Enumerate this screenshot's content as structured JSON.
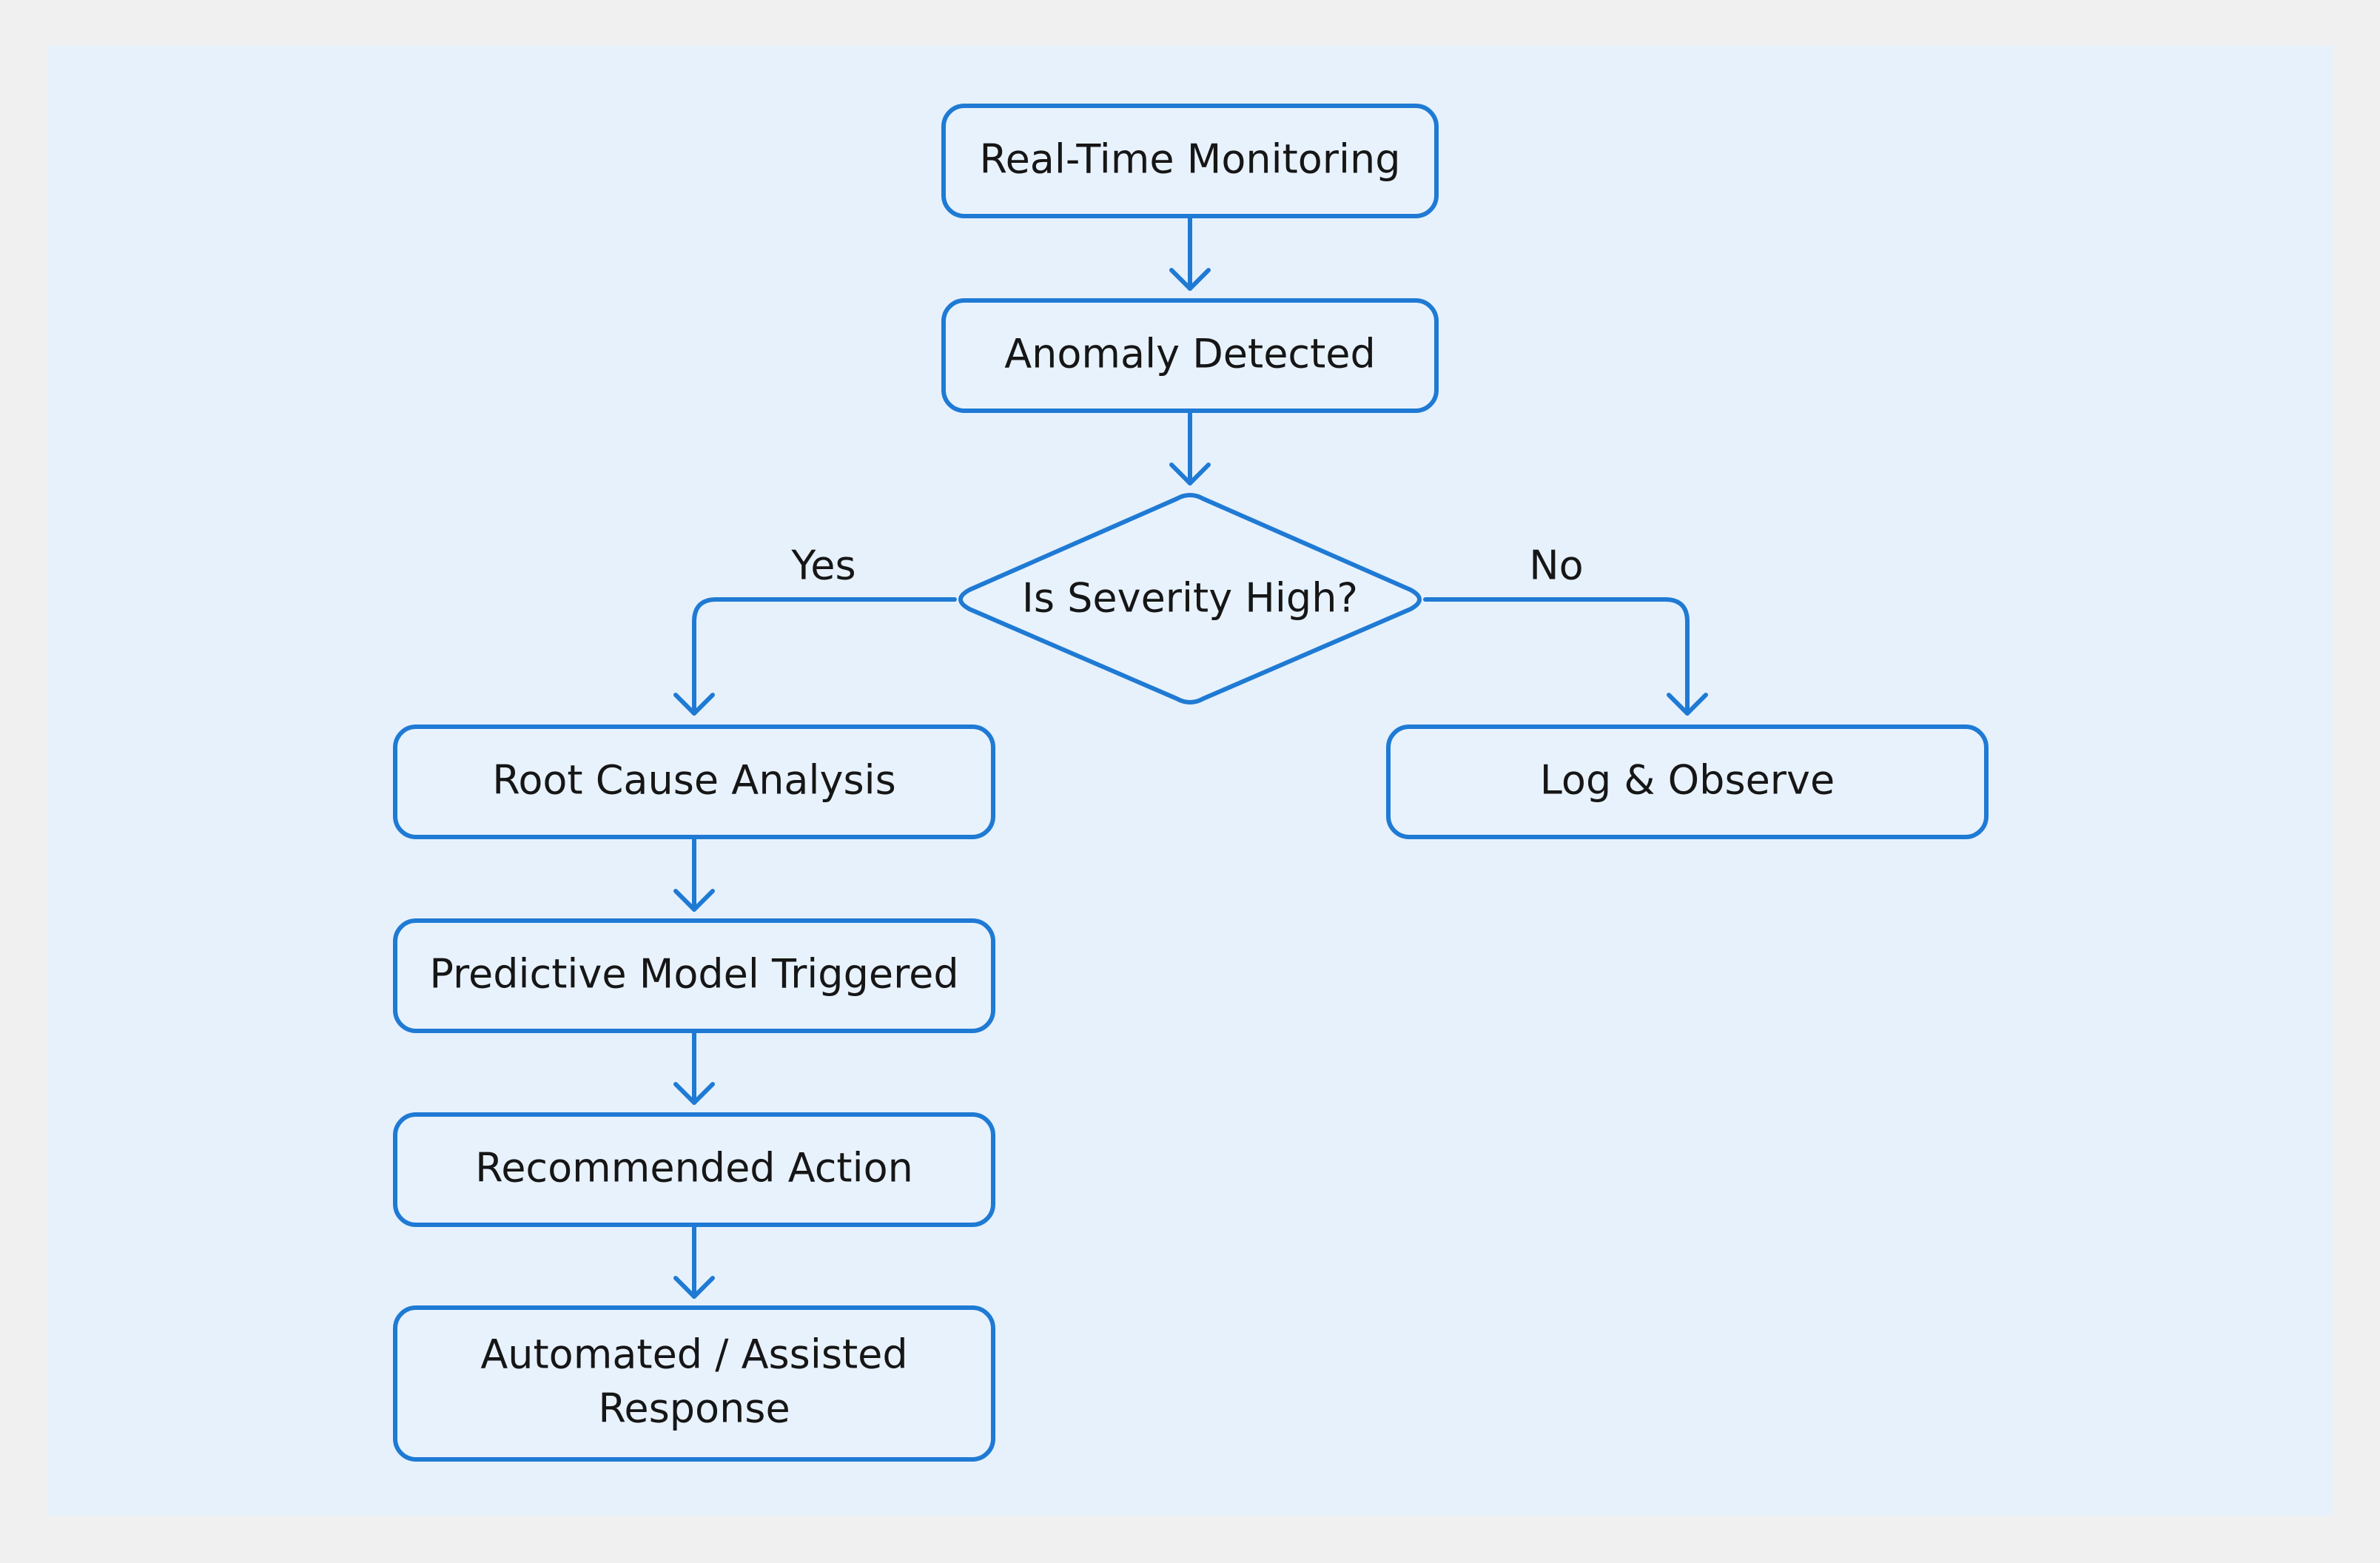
{
  "colors": {
    "outer_background": "#f0f0f0",
    "panel_background": "#e6f1fc",
    "node_fill": "#e8f2fd",
    "stroke": "#1f7ad4",
    "text": "#161616"
  },
  "flowchart": {
    "nodes": {
      "real_time_monitoring": "Real-Time Monitoring",
      "anomaly_detected": "Anomaly Detected",
      "decision": "Is Severity High?",
      "root_cause_analysis": "Root Cause Analysis",
      "log_observe": "Log & Observe",
      "predictive_model": "Predictive Model Triggered",
      "recommended_action": "Recommended Action",
      "response_line1": "Automated / Assisted",
      "response_line2": "Response"
    },
    "branch_labels": {
      "yes": "Yes",
      "no": "No"
    }
  }
}
